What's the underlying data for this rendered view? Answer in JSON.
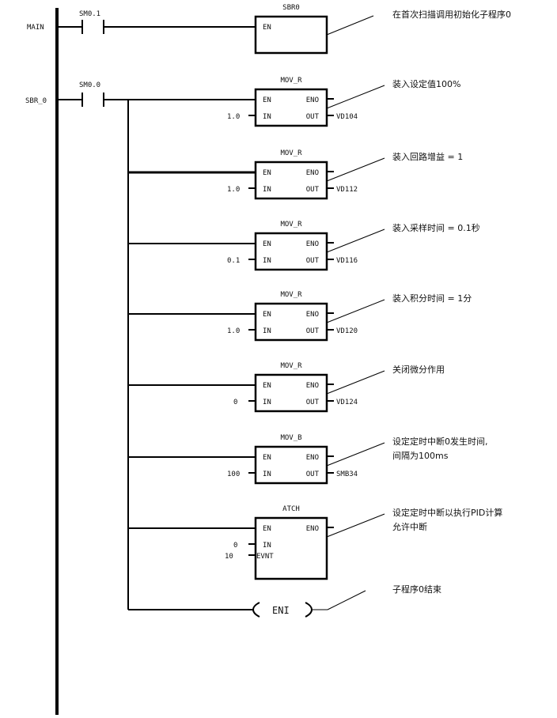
{
  "diagram": {
    "type": "ladder-logic",
    "networks": [
      {
        "rung_label": "MAIN",
        "contact": "SM0.1",
        "boxes": [
          {
            "name": "SBR0",
            "pins_left": [
              "EN"
            ],
            "pins_right": [],
            "inputs": [],
            "outputs": [],
            "comment": [
              "在首次扫描调用初始化子程序0"
            ]
          }
        ]
      },
      {
        "rung_label": "SBR_0",
        "contact": "SM0.0",
        "boxes": [
          {
            "name": "MOV_R",
            "pins_left": [
              "EN",
              "IN"
            ],
            "pins_right": [
              "ENO",
              "OUT"
            ],
            "inputs": [
              "1.0"
            ],
            "outputs": [
              "VD104"
            ],
            "comment": [
              "装入设定值100%"
            ]
          },
          {
            "name": "MOV_R",
            "pins_left": [
              "EN",
              "IN"
            ],
            "pins_right": [
              "ENO",
              "OUT"
            ],
            "inputs": [
              "1.0"
            ],
            "outputs": [
              "VD112"
            ],
            "comment": [
              "装入回路增益 = 1"
            ]
          },
          {
            "name": "MOV_R",
            "pins_left": [
              "EN",
              "IN"
            ],
            "pins_right": [
              "ENO",
              "OUT"
            ],
            "inputs": [
              "0.1"
            ],
            "outputs": [
              "VD116"
            ],
            "comment": [
              "装入采样时间 = 0.1秒"
            ]
          },
          {
            "name": "MOV_R",
            "pins_left": [
              "EN",
              "IN"
            ],
            "pins_right": [
              "ENO",
              "OUT"
            ],
            "inputs": [
              "1.0"
            ],
            "outputs": [
              "VD120"
            ],
            "comment": [
              "装入积分时间 = 1分"
            ]
          },
          {
            "name": "MOV_R",
            "pins_left": [
              "EN",
              "IN"
            ],
            "pins_right": [
              "ENO",
              "OUT"
            ],
            "inputs": [
              "0"
            ],
            "outputs": [
              "VD124"
            ],
            "comment": [
              "关闭微分作用"
            ]
          },
          {
            "name": "MOV_B",
            "pins_left": [
              "EN",
              "IN"
            ],
            "pins_right": [
              "ENO",
              "OUT"
            ],
            "inputs": [
              "100"
            ],
            "outputs": [
              "SMB34"
            ],
            "comment": [
              "设定定时中断0发生时间,",
              "间隔为100ms"
            ]
          },
          {
            "name": "ATCH",
            "pins_left": [
              "EN",
              "IN",
              "EVNT"
            ],
            "pins_right": [
              "ENO"
            ],
            "inputs": [
              "0",
              "10"
            ],
            "outputs": [],
            "comment": [
              "设定定时中断以执行PID计算",
              "允许中断"
            ]
          }
        ],
        "coil": {
          "label": "ENI",
          "comment": [
            "子程序0结束"
          ]
        }
      }
    ]
  }
}
